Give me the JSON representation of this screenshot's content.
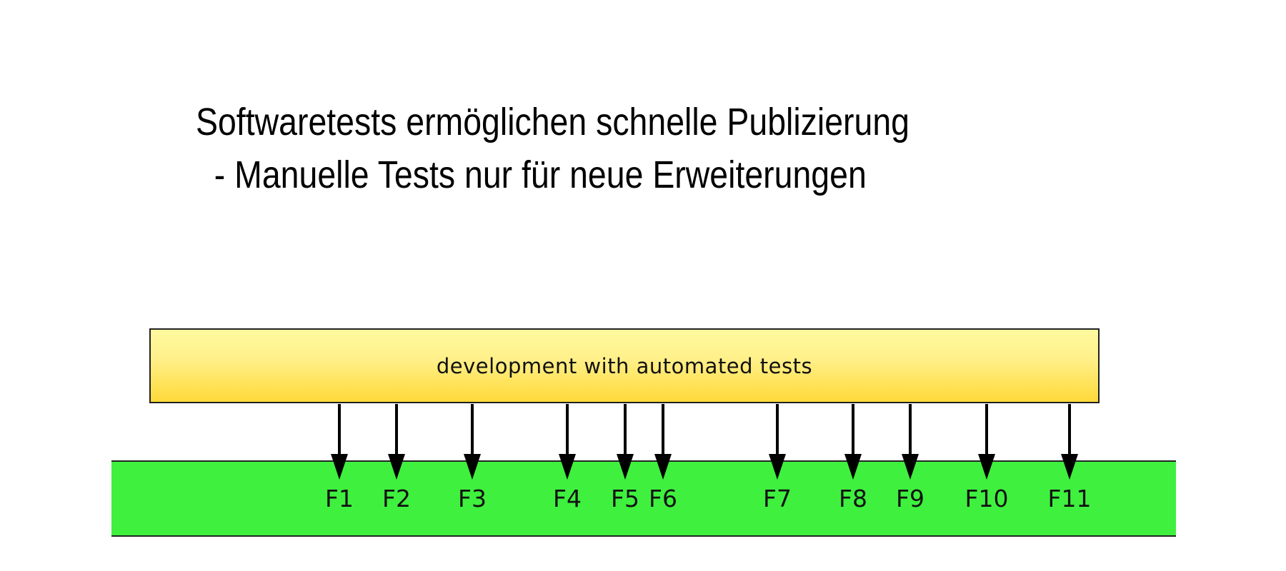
{
  "title": {
    "line1": "Softwaretests ermöglichen schnelle Publizierung",
    "line2": "  - Manuelle Tests nur für neue Erweiterungen"
  },
  "development_box": {
    "label": "development with automated tests",
    "fill_top": "#fffaa0",
    "fill_bottom": "#ffd93a"
  },
  "release_band": {
    "color": "#3ff03f",
    "features": [
      {
        "label": "F1"
      },
      {
        "label": "F2"
      },
      {
        "label": "F3"
      },
      {
        "label": "F4"
      },
      {
        "label": "F5"
      },
      {
        "label": "F6"
      },
      {
        "label": "F7"
      },
      {
        "label": "F8"
      },
      {
        "label": "F9"
      },
      {
        "label": "F10"
      },
      {
        "label": "F11"
      }
    ]
  },
  "arrow_icon": "arrow-down-icon"
}
